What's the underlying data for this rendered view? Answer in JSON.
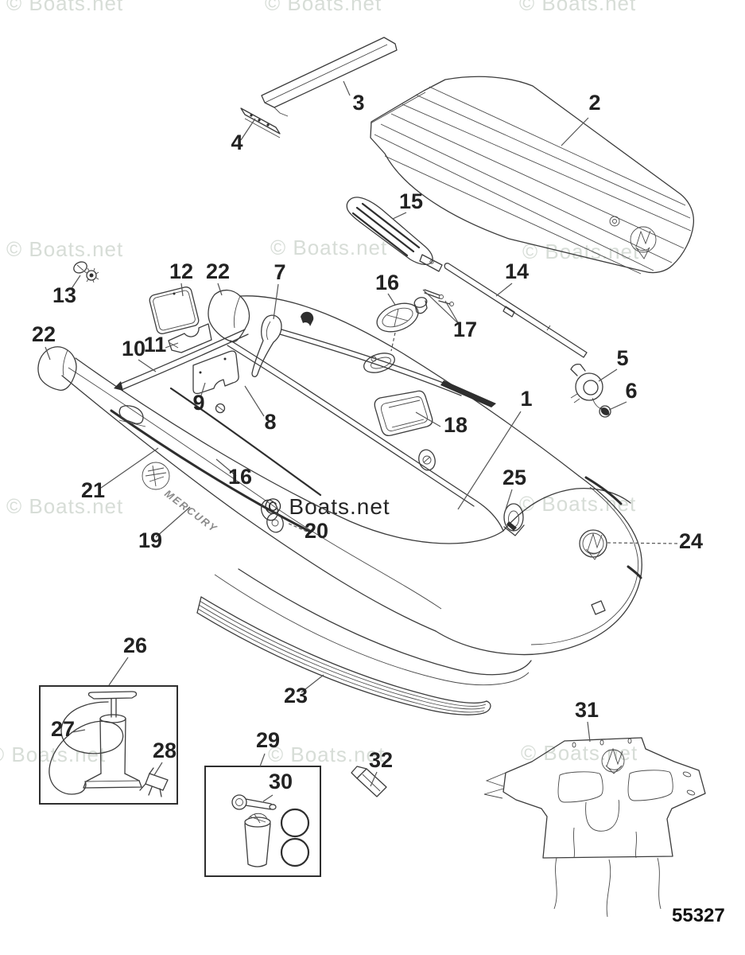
{
  "watermark": {
    "text": "© Boats.net"
  },
  "center_watermark": {
    "text": "© Boats.net"
  },
  "drawing_number": "55327",
  "brand_text": "MERCURY",
  "parts": [
    "1",
    "2",
    "3",
    "4",
    "5",
    "6",
    "7",
    "8",
    "9",
    "10",
    "11",
    "12",
    "13",
    "14",
    "15",
    "16",
    "17",
    "18",
    "19",
    "20",
    "21",
    "22",
    "23",
    "24",
    "25",
    "26",
    "27",
    "28",
    "29",
    "30",
    "31",
    "32"
  ]
}
